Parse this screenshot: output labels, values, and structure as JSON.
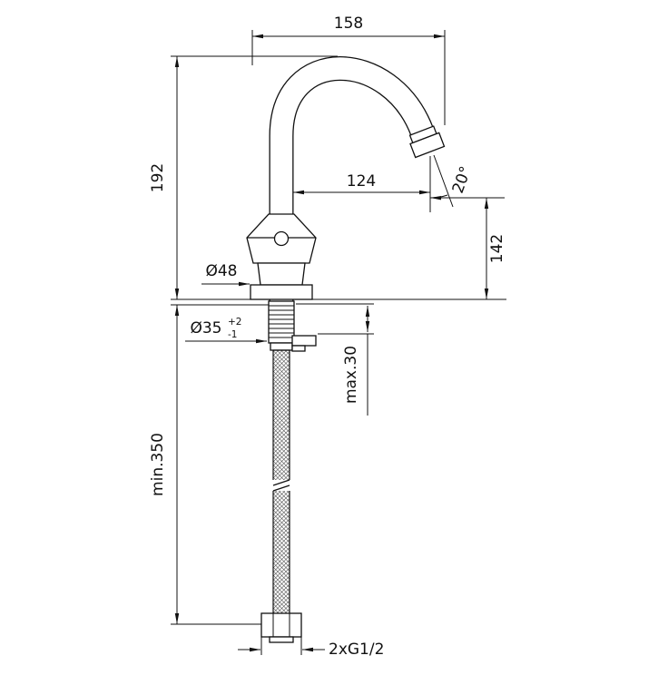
{
  "title": "Faucet dimensional technical drawing",
  "dimensions": {
    "spout_width": "158",
    "spout_height": "192",
    "spout_reach": "124",
    "outlet_angle": "20°",
    "outlet_height": "142",
    "base_diameter": "Ø48",
    "hole_diameter": "Ø35",
    "hole_tolerance_plus": "+2",
    "hole_tolerance_minus": "-1",
    "max_deck_thickness": "max.30",
    "min_hose_length": "min.350",
    "connection_thread": "2xG1/2"
  }
}
